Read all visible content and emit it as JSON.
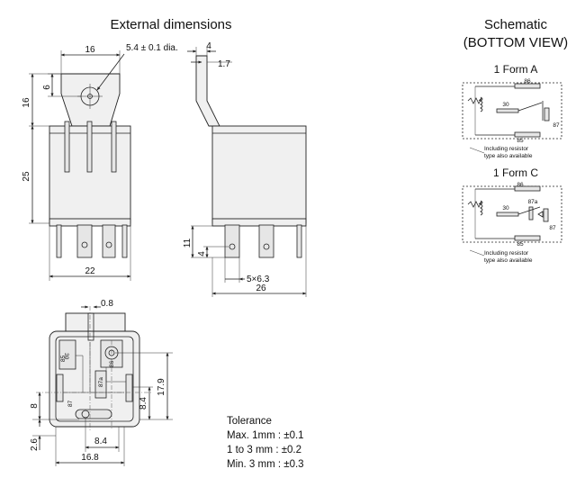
{
  "headings": {
    "external": "External dimensions",
    "schematic_line1": "Schematic",
    "schematic_line2": "(BOTTOM VIEW)"
  },
  "schematic": {
    "form_a": {
      "title": "1 Form A",
      "pin_86": "86",
      "pin_30": "30",
      "pin_87": "87",
      "pin_85": "85",
      "note_line1": "Including resistor",
      "note_line2": "type also available"
    },
    "form_c": {
      "title": "1 Form C",
      "pin_86": "86",
      "pin_87a": "87a",
      "pin_30": "30",
      "pin_87": "87",
      "pin_85": "85",
      "note_line1": "Including resistor",
      "note_line2": "type also available"
    }
  },
  "dimensions": {
    "top_width": "16",
    "hole": "5.4 ± 0.1 dia.",
    "tab_thickness": "4",
    "tab_offset": "1.7",
    "tab_height": "16",
    "hole_center": "6",
    "body_height": "25",
    "body_width": "22",
    "pin_length": "11",
    "pin_4": "4",
    "pin_size": "5×6.3",
    "side_width": "26",
    "bottom_08": "0.8",
    "bottom_179": "17.9",
    "bottom_84_v": "8.4",
    "bottom_8": "8",
    "bottom_26": "2.6",
    "bottom_84_h": "8.4",
    "bottom_168": "16.8"
  },
  "pin_labels": {
    "p30": "30",
    "p85": "85",
    "p86": "86",
    "p87": "87",
    "p87a": "87a"
  },
  "tolerance": {
    "title": "Tolerance",
    "row1": "Max. 1mm  : ±0.1",
    "row2": "1 to 3 mm  : ±0.2",
    "row3": "Min. 3 mm  : ±0.3"
  }
}
